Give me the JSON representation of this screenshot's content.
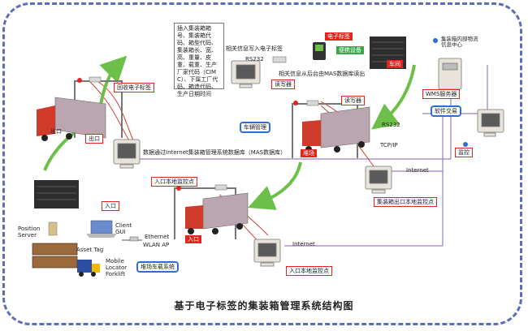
{
  "caption": "基于电子标签的集装箱管理系统结构图",
  "note_text": "插入集装箱箱号、集装箱代码、箱型代码、集装箱长、宽、高、重量、皮重、载重、生产厂家代码（CIMC）、下属工厂代码、箱造代码、生产日期时间",
  "labels": {
    "top_write": "相关信息写入电子标签",
    "tag_label": "电子标签",
    "portable_device": "便携设备",
    "rs232_top": "RS232",
    "read_tag": "读写器",
    "upload": "相关信息从后台由MAS数据库读出",
    "network_top": "车间",
    "container_internal": "集装箱内部物流信息中心",
    "exit_tag": "回收电子标签",
    "exit": "出口",
    "gate_out": "出口",
    "reader_right": "读写器",
    "vehicle_mgmt": "车辆管理",
    "rs232_mid": "RS232",
    "tcpip": "TCP/IP",
    "wms_server": "WMS服务器",
    "data_station": "软件交易",
    "monitor": "监控",
    "mas_text": "数据通过Internet集装箱管理系统数据库（MAS数据库）",
    "entry_gate": "入口本地监控点",
    "internet_right": "Internet",
    "local_exit": "集装箱出口本地监控点",
    "gate_in": "入口",
    "yard": "堆场",
    "position_server": "Position Server",
    "client_gui": "Client GUI",
    "ethernet": "Ethernet",
    "wlan_ap": "WLAN AP",
    "asset_tag": "Asset Tag",
    "mobile_locator": "Mobile Locator Forklift",
    "yard_system": "堆场车载系统",
    "entry": "入口",
    "internet_bottom": "Internet",
    "entry_local": "入口本地监控点"
  }
}
